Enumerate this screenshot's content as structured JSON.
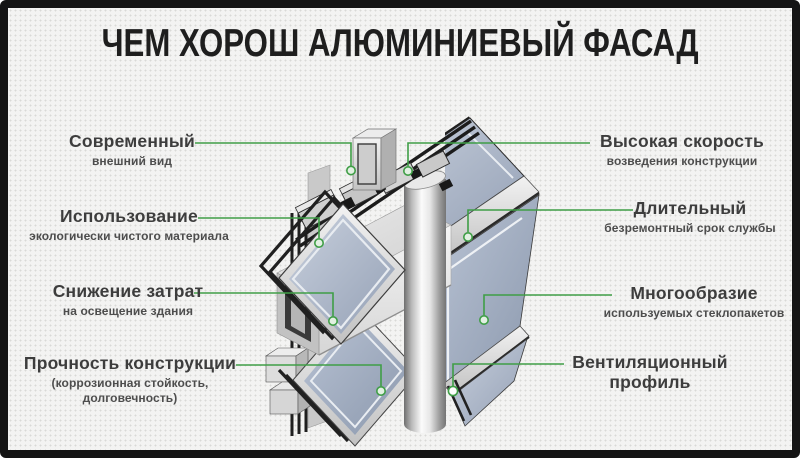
{
  "title": "ЧЕМ ХОРОШ АЛЮМИНИЕВЫЙ ФАСАД",
  "features": {
    "left": [
      {
        "title": "Современный",
        "subtitle": "внешний вид"
      },
      {
        "title": "Использование",
        "subtitle": "экологически чистого материала"
      },
      {
        "title": "Снижение затрат",
        "subtitle": "на освещение здания"
      },
      {
        "title": "Прочность конструкции",
        "subtitle": "(коррозионная стойкость,",
        "subtitle2": "долговечность)"
      }
    ],
    "right": [
      {
        "title": "Высокая скорость",
        "subtitle": "возведения конструкции"
      },
      {
        "title": "Длительный",
        "subtitle": "безремонтный срок службы"
      },
      {
        "title": "Многообразие",
        "subtitle": "используемых стеклопакетов"
      },
      {
        "title": "Вентиляционный",
        "title2": "профиль"
      }
    ]
  },
  "colors": {
    "accent_green": "#3f9e46",
    "background": "#f3f3f2",
    "frame_border": "#141414",
    "title_text": "#1e1e1e",
    "label_main": "#3d3d3d",
    "label_sub": "#4d4d4d",
    "glass_blue": "#a9b4c6",
    "aluminum_light": "#ececec",
    "seam_dark": "#1d1d1d"
  },
  "icons": {
    "connector_dot": "filled-circle",
    "connector_ring": "open-circle"
  }
}
